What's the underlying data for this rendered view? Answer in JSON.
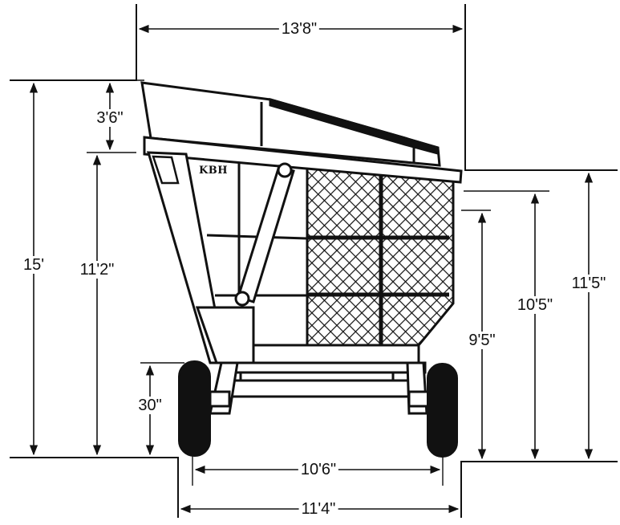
{
  "diagram": {
    "brand_label": "KBH",
    "dimensions": {
      "overall_length": "13'8\"",
      "side_height": "3'6\"",
      "overall_height": "15'",
      "frame_height": "11'2\"",
      "ground_clearance": "30\"",
      "wheelbase": "10'6\"",
      "overall_wheel_span": "11'4\"",
      "unload_height_low": "9'5\"",
      "unload_height_mid": "10'5\"",
      "unload_height_high": "11'5\""
    }
  }
}
